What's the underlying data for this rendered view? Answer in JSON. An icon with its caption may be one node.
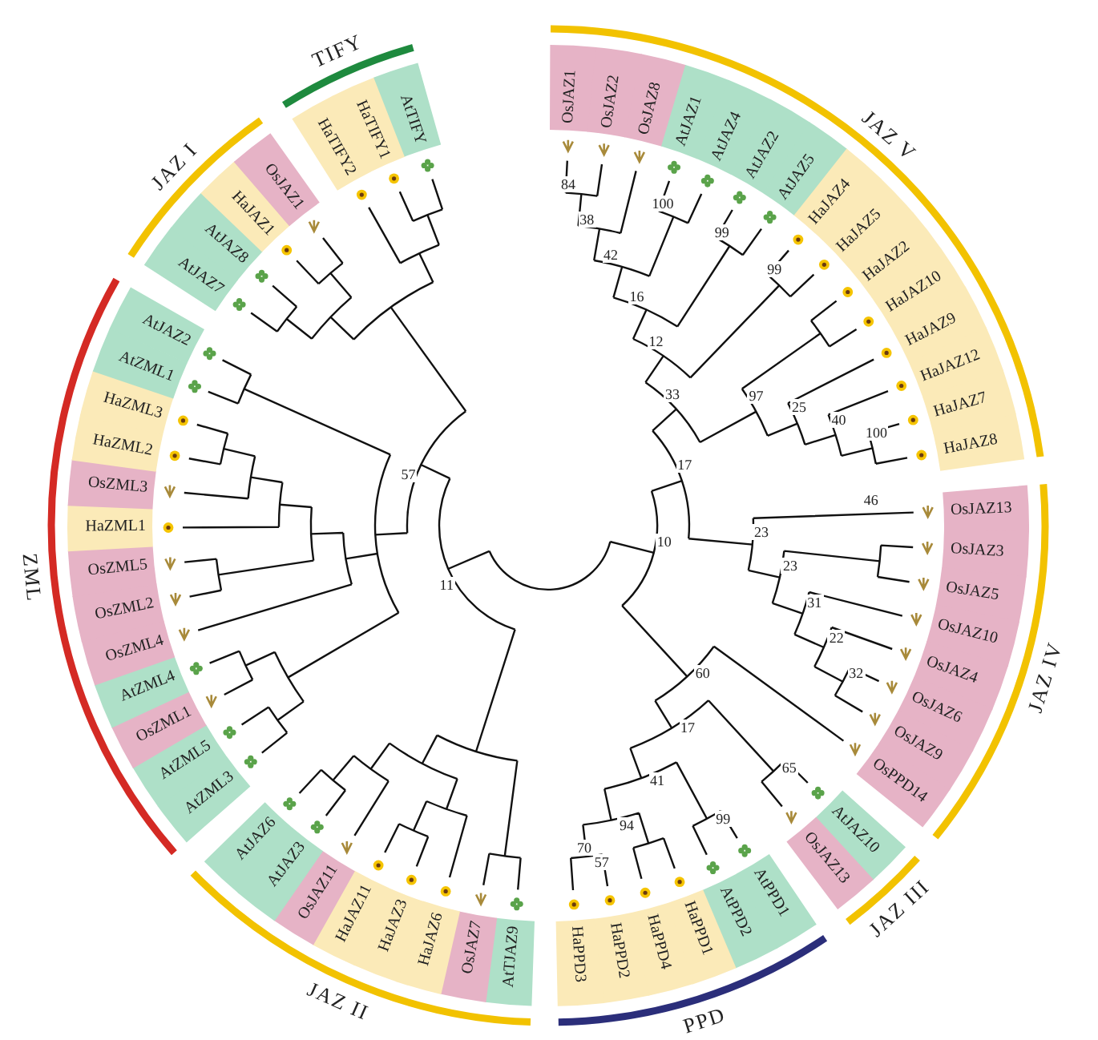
{
  "diagram": {
    "labels": [
      "JAZ V",
      "OsJAZ1",
      "OsJAZ2",
      "OsJAZ8",
      "AtJAZ1",
      "AtJAZ4",
      "AtJAZ2",
      "AtJAZ5",
      "HaJAZ4",
      "HaJAZ5",
      "HaJAZ2",
      "HaJAZ10",
      "HaJAZ9",
      "HaJAZ12",
      "HaJAZ7",
      "HaJAZ8",
      "JAZ IV",
      "OsJAZ13",
      "OsJAZ3",
      "OsJAZ5",
      "OsJAZ10",
      "OsJAZ4",
      "OsJAZ6",
      "OsJAZ9",
      "OsPPD14",
      "JAZ III",
      "AtJAZ10",
      "OsJAZ13",
      "PPD",
      "AtPPD1",
      "AtPPD2",
      "HaPPD1",
      "HaPPD4",
      "HaPPD2",
      "HaPPD3",
      "JAZ II",
      "AtTJAZ9",
      "OsJAZ7",
      "HaJAZ6",
      "HaJAZ3",
      "HaJAZ11",
      "OsJAZ11",
      "AtJAZ3",
      "AtJAZ6",
      "ZML",
      "AtZML3",
      "AtZML5",
      "OsZML1",
      "AtZML4",
      "OsZML4",
      "OsZML2",
      "OsZML5",
      "HaZML1",
      "OsZML3",
      "HaZML2",
      "HaZML3",
      "AtZML1",
      "AtJAZ2",
      "JAZ I",
      "AtJAZ7",
      "AtJAZ8",
      "HaJAZ1",
      "OsJAZ1",
      "TIFY",
      "HaTIFY2",
      "HaTIFY1",
      "AtTIFY",
      "84",
      "38",
      "42",
      "16",
      "100",
      "99",
      "99",
      "12",
      "33",
      "97",
      "25",
      "40",
      "100",
      "17",
      "46",
      "23",
      "23",
      "31",
      "22",
      "32",
      "10",
      "60",
      "17",
      "65",
      "41",
      "99",
      "94",
      "57",
      "70",
      "57",
      "11"
    ]
  }
}
